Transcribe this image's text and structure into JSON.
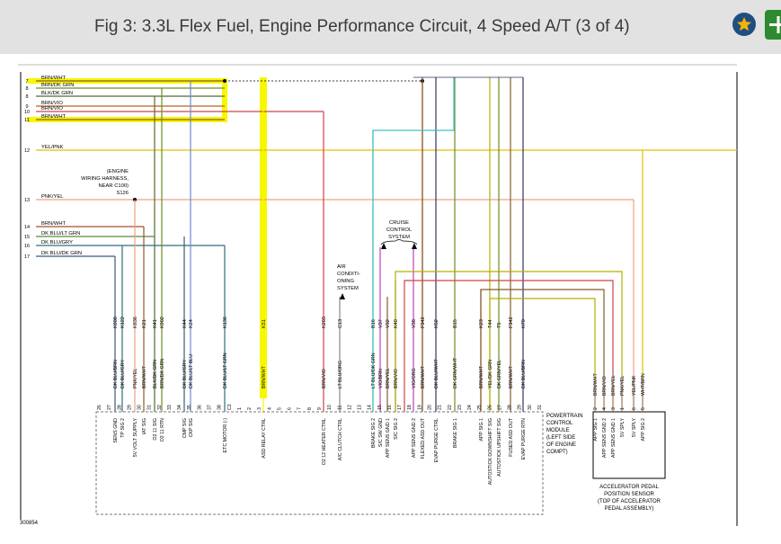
{
  "header": {
    "title": "Fig 3: 3.3L Flex Fuel, Engine Performance Circuit, 4 Speed A/T (3 of 4)",
    "favorite_icon": "star-icon",
    "add_icon": "add-icon",
    "accent_colors": {
      "header_bg": "#e2e2e2",
      "favorite": "#1f4e82",
      "add": "#2e8a2e",
      "highlight": "#f7f700"
    }
  },
  "diagram": {
    "left_wires": [
      {
        "num": "7",
        "label": "BRN/WHT"
      },
      {
        "num": "8",
        "label": "BRN/DK GRN"
      },
      {
        "num": "8",
        "label": "BLK/DK GRN"
      },
      {
        "num": "9",
        "label": "BRN/VIO"
      },
      {
        "num": "10",
        "label": "BRN/VIO"
      },
      {
        "num": "11",
        "label": "BRN/WHT"
      },
      {
        "num": "12",
        "label": "YEL/PNK"
      },
      {
        "num": "13",
        "label": "PNK/YEL"
      },
      {
        "num": "14",
        "label": "BRN/WHT"
      },
      {
        "num": "15",
        "label": "DK BLU/LT GRN"
      },
      {
        "num": "16",
        "label": "DK BLU/GRY"
      },
      {
        "num": "17",
        "label": "DK BLU/DK GRN"
      }
    ],
    "splice_note": [
      "(ENGINE",
      "WIRING HARNESS,",
      "NEAR C100)",
      "S126"
    ],
    "cruise_label": [
      "CRUISE",
      "CONTROL",
      "SYSTEM"
    ],
    "ac_label": [
      "AIR",
      "CONDITI-",
      "ONING",
      "SYSTEM"
    ],
    "circuit_codes": [
      "K900",
      "K122",
      "K836",
      "K21",
      "K41",
      "K902",
      "K44",
      "K24",
      "K136",
      "K51",
      "K203",
      "C13",
      "B16",
      "V37",
      "V32",
      "K40",
      "V38",
      "F342",
      "K52",
      "B15",
      "K23",
      "T44",
      "T5",
      "F342",
      "K70"
    ],
    "wire_colors": [
      "DK BLU/BRN",
      "DK BLU/GRY",
      "PNK/YEL",
      "BRN/WHT",
      "BLK/DK GRN",
      "BRN/DK GRN",
      "DK BLU/GRY",
      "DK BLU/LT BLU",
      "DK BLU/LT GRN",
      "BRN/WHT",
      "BRN/VIO",
      "LT BLU/ORG",
      "LT BLU/DK GRN",
      "VIO/BRN",
      "BRN/YEL",
      "BRN/VIO",
      "VIO/ORG",
      "BRN/WHT",
      "DK BLU/WHT",
      "DK GRN/WHT",
      "BRN/WHT",
      "YEL/DK GRN",
      "DK GRN/YEL",
      "BRN/WHT",
      "DK BLU/BRN"
    ],
    "pins": [
      "26",
      "27",
      "28",
      "29",
      "30",
      "31",
      "32",
      "33",
      "34",
      "35",
      "36",
      "37",
      "38",
      "C2",
      "1",
      "2",
      "3",
      "4",
      "5",
      "6",
      "7",
      "8",
      "9",
      "10",
      "11",
      "12",
      "13",
      "14",
      "15",
      "16",
      "17",
      "18",
      "19",
      "20",
      "21",
      "22",
      "23",
      "24",
      "25",
      "26",
      "27",
      "28",
      "29",
      "30",
      "31"
    ],
    "pcm_functions": [
      "SENS GND",
      "TP SIG 2",
      "5V VOLT SUPPLY",
      "IAT SIG",
      "O2 11 SIG",
      "O2 11 RTN",
      "CMP SIG",
      "CKP SIG",
      "ETC MOTOR (-)",
      "ASD RELAY CTRL",
      "O2 12 HEATER CTRL",
      "A/C CLUTCH CTRL",
      "BRAKE SIG 2",
      "S/C SW GND",
      "APP SENS GND 1",
      "S/C SIG 2",
      "APP SENS GND 2",
      "FLEXED ASD OUT",
      "EVAP PURGE CTRL",
      "BRAKE SIG 1",
      "APP SIG 1",
      "AUTOSTICK DOWNSHIFT SIG",
      "AUTOSTICK UPSHIFT SIG",
      "FUSED ASD OUT",
      "EVAP PURGE RTN"
    ],
    "pcm_label": [
      "POWERTRAIN",
      "CONTROL",
      "MODULE",
      "(LEFT SIDE",
      "OF ENGINE",
      "COMPT)"
    ],
    "app_wire_colors": [
      "BRN/WHT",
      "BRN/VIO",
      "BRN/YEL",
      "PNK/YEL",
      "YEL/PNK",
      "WHT/BRN"
    ],
    "app_pins": [
      "2",
      "4",
      "3",
      "1",
      "6",
      "5"
    ],
    "app_functions": [
      "APP SIG 1",
      "APP SENS GND 2",
      "APP SENS GND 1",
      "5V SPLY",
      "5V SPLY",
      "APP SIG 2"
    ],
    "app_label": [
      "ACCELERATOR PEDAL",
      "POSITION SENSOR",
      "(TOP OF ACCELERATOR",
      "PEDAL ASSEMBLY)"
    ],
    "figure_id": "300854"
  }
}
